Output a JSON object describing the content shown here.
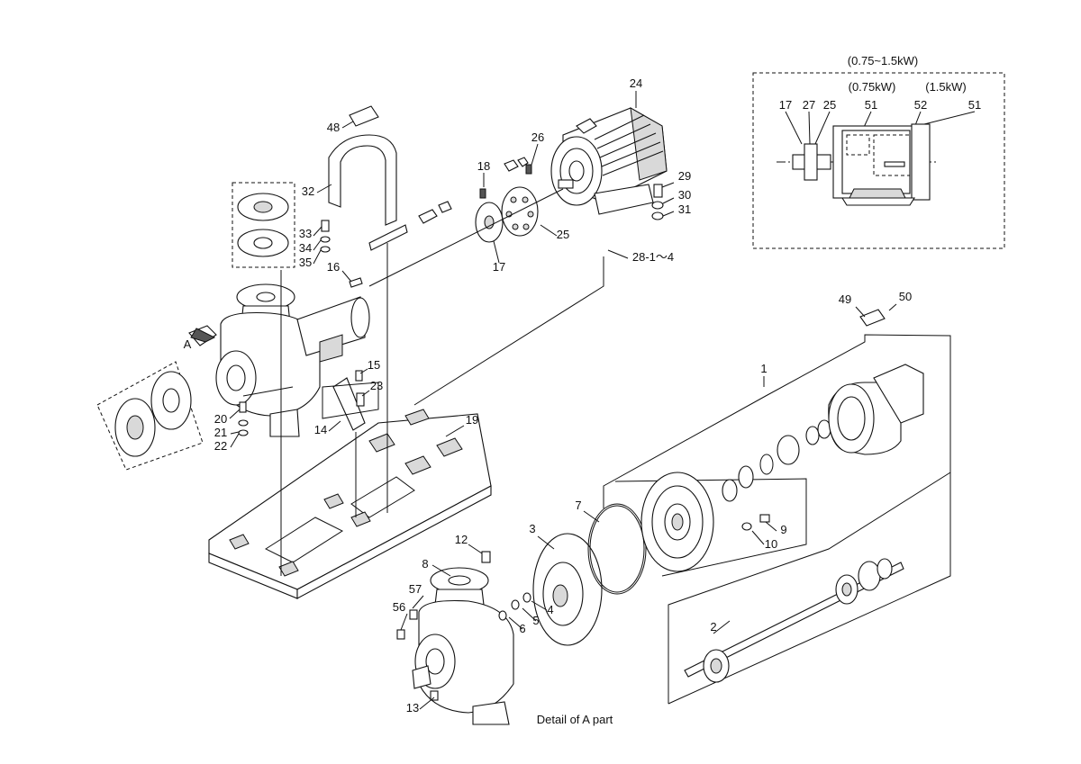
{
  "caption": "Detail of A part",
  "inset": {
    "title": "(0.75~1.5kW)",
    "sub_left": "(0.75kW)",
    "sub_right": "(1.5kW)",
    "labels": [
      "17",
      "27",
      "25",
      "51",
      "52",
      "51"
    ]
  },
  "view_marker": "A",
  "callouts": [
    {
      "id": "1",
      "text": "1"
    },
    {
      "id": "2",
      "text": "2"
    },
    {
      "id": "3",
      "text": "3"
    },
    {
      "id": "4",
      "text": "4"
    },
    {
      "id": "5",
      "text": "5"
    },
    {
      "id": "6",
      "text": "6"
    },
    {
      "id": "7",
      "text": "7"
    },
    {
      "id": "8",
      "text": "8"
    },
    {
      "id": "9",
      "text": "9"
    },
    {
      "id": "10",
      "text": "10"
    },
    {
      "id": "12",
      "text": "12"
    },
    {
      "id": "13",
      "text": "13"
    },
    {
      "id": "14",
      "text": "14"
    },
    {
      "id": "15",
      "text": "15"
    },
    {
      "id": "16",
      "text": "16"
    },
    {
      "id": "17",
      "text": "17"
    },
    {
      "id": "18",
      "text": "18"
    },
    {
      "id": "19",
      "text": "19"
    },
    {
      "id": "20",
      "text": "20"
    },
    {
      "id": "21",
      "text": "21"
    },
    {
      "id": "22",
      "text": "22"
    },
    {
      "id": "23",
      "text": "23"
    },
    {
      "id": "24",
      "text": "24"
    },
    {
      "id": "25",
      "text": "25"
    },
    {
      "id": "26",
      "text": "26"
    },
    {
      "id": "28",
      "text": "28-1～4"
    },
    {
      "id": "29",
      "text": "29"
    },
    {
      "id": "30",
      "text": "30"
    },
    {
      "id": "31",
      "text": "31"
    },
    {
      "id": "32",
      "text": "32"
    },
    {
      "id": "33",
      "text": "33"
    },
    {
      "id": "34",
      "text": "34"
    },
    {
      "id": "35",
      "text": "35"
    },
    {
      "id": "48",
      "text": "48"
    },
    {
      "id": "49",
      "text": "49"
    },
    {
      "id": "50",
      "text": "50"
    },
    {
      "id": "56",
      "text": "56"
    },
    {
      "id": "57",
      "text": "57"
    }
  ]
}
